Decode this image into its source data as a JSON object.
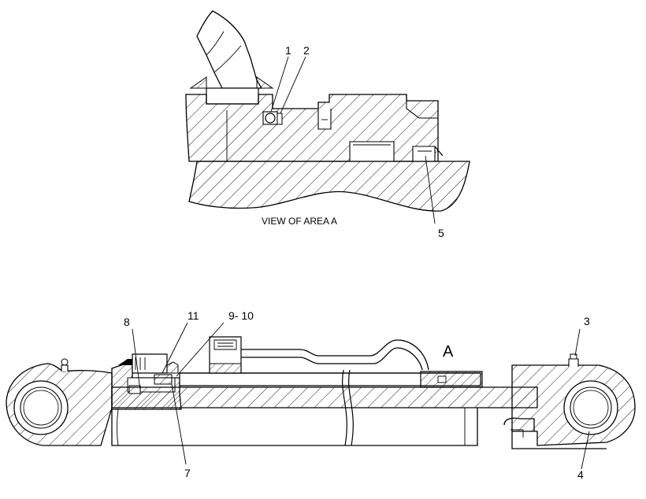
{
  "detail": {
    "caption": "VIEW OF AREA A"
  },
  "callouts": [
    {
      "id": "1",
      "text": "1"
    },
    {
      "id": "2",
      "text": "2"
    },
    {
      "id": "5",
      "text": "5"
    },
    {
      "id": "8",
      "text": "8"
    },
    {
      "id": "11",
      "text": "11"
    },
    {
      "id": "9-10",
      "text": "9- 10"
    },
    {
      "id": "3",
      "text": "3"
    },
    {
      "id": "A",
      "text": "A"
    },
    {
      "id": "7",
      "text": "7"
    },
    {
      "id": "4",
      "text": "4"
    }
  ]
}
